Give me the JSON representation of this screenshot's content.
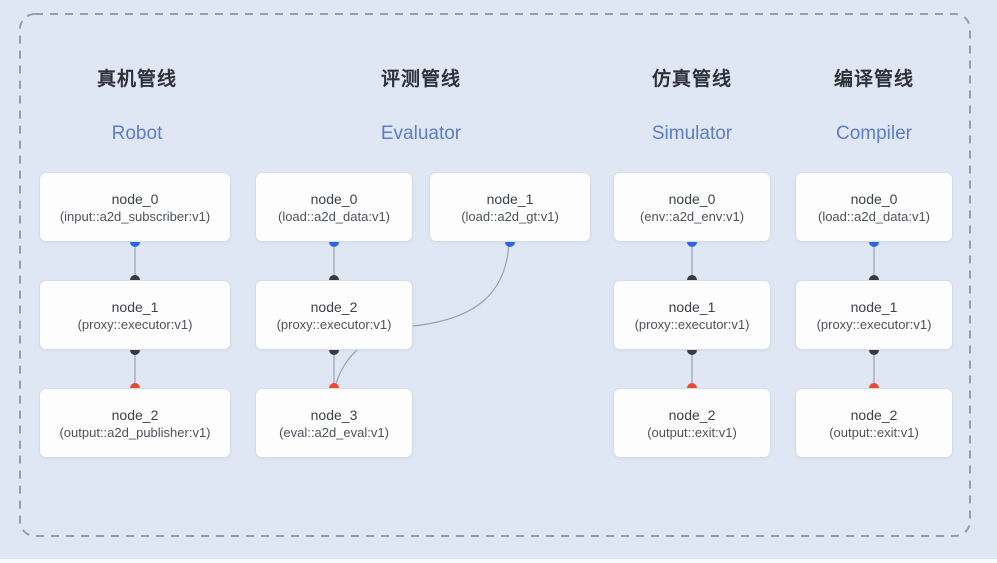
{
  "pipelines": [
    {
      "title_zh": "真机管线",
      "title_en": "Robot",
      "nodes": [
        {
          "name": "node_0",
          "type": "(input::a2d_subscriber:v1)"
        },
        {
          "name": "node_1",
          "type": "(proxy::executor:v1)"
        },
        {
          "name": "node_2",
          "type": "(output::a2d_publisher:v1)"
        }
      ]
    },
    {
      "title_zh": "评测管线",
      "title_en": "Evaluator",
      "nodes": [
        {
          "name": "node_0",
          "type": "(load::a2d_data:v1)"
        },
        {
          "name": "node_1",
          "type": "(load::a2d_gt:v1)"
        },
        {
          "name": "node_2",
          "type": "(proxy::executor:v1)"
        },
        {
          "name": "node_3",
          "type": "(eval::a2d_eval:v1)"
        }
      ]
    },
    {
      "title_zh": "仿真管线",
      "title_en": "Simulator",
      "nodes": [
        {
          "name": "node_0",
          "type": "(env::a2d_env:v1)"
        },
        {
          "name": "node_1",
          "type": "(proxy::executor:v1)"
        },
        {
          "name": "node_2",
          "type": "(output::exit:v1)"
        }
      ]
    },
    {
      "title_zh": "编译管线",
      "title_en": "Compiler",
      "nodes": [
        {
          "name": "node_0",
          "type": "(load::a2d_data:v1)"
        },
        {
          "name": "node_1",
          "type": "(proxy::executor:v1)"
        },
        {
          "name": "node_2",
          "type": "(output::exit:v1)"
        }
      ]
    }
  ],
  "colors": {
    "background": "#dfe6f4",
    "frame_dash": "#979da9",
    "node_background": "#fdfdfe",
    "node_border": "#d8dce6",
    "edge_line": "#9aa2b1",
    "port_output_blue": "#2a6ae0",
    "port_proxy_dark": "#3b3b3d",
    "port_input_red": "#e94a2e",
    "title_zh_color": "#2e323a",
    "title_en_color": "#5f7dc5"
  }
}
